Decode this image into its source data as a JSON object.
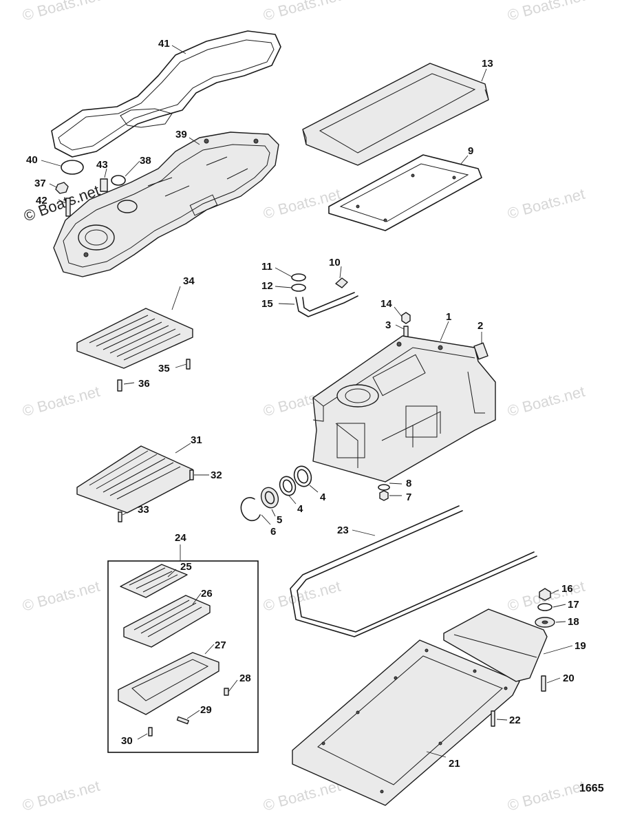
{
  "watermark": "© Boats.net",
  "figure_number": "1665",
  "callouts": {
    "c1": "1",
    "c2": "2",
    "c3": "3",
    "c4a": "4",
    "c4b": "4",
    "c5": "5",
    "c6": "6",
    "c7": "7",
    "c8": "8",
    "c9": "9",
    "c10": "10",
    "c11": "11",
    "c12": "12",
    "c13": "13",
    "c14": "14",
    "c15": "15",
    "c16": "16",
    "c17": "17",
    "c18": "18",
    "c19": "19",
    "c20": "20",
    "c21": "21",
    "c22": "22",
    "c23": "23",
    "c24": "24",
    "c25": "25",
    "c26": "26",
    "c27": "27",
    "c28": "28",
    "c29": "29",
    "c30": "30",
    "c31": "31",
    "c32": "32",
    "c33": "33",
    "c34": "34",
    "c35": "35",
    "c36": "36",
    "c37": "37",
    "c38": "38",
    "c39": "39",
    "c40": "40",
    "c41": "41",
    "c42": "42",
    "c43": "43"
  }
}
